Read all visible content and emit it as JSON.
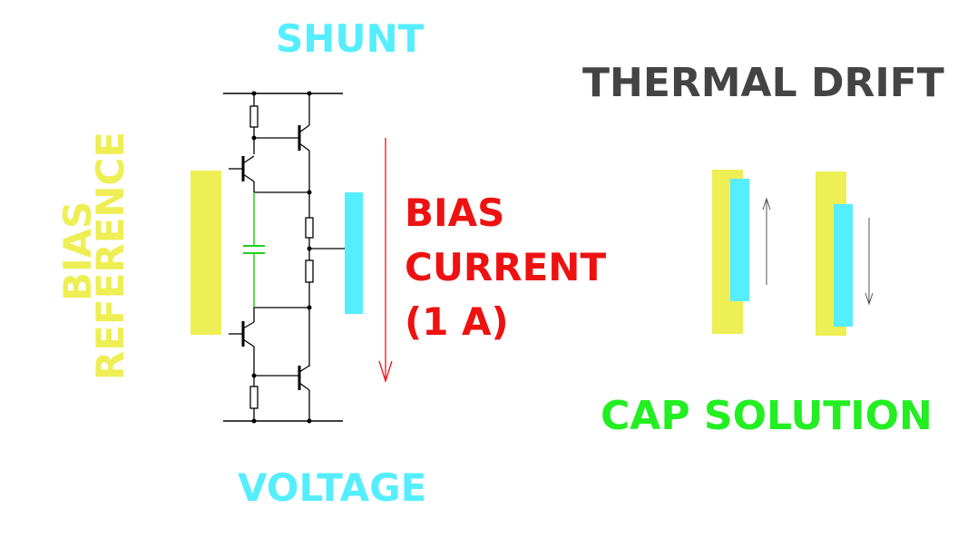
{
  "labels": {
    "shunt": "SHUNT",
    "voltage": "VOLTAGE",
    "thermal_drift": "THERMAL DRIFT",
    "cap_solution": "CAP SOLUTION",
    "bias_current_line1": "BIAS",
    "bias_current_line2": "CURRENT",
    "bias_current_line3": "(1 A)",
    "bias_reference_line1": "BIAS",
    "bias_reference_line2": "REFERENCE"
  },
  "colors": {
    "cyan": "#55eeff",
    "yellow": "#eeee55",
    "red": "#ee1111",
    "green": "#22ee22",
    "gray": "#444444",
    "wire": "#000000"
  }
}
